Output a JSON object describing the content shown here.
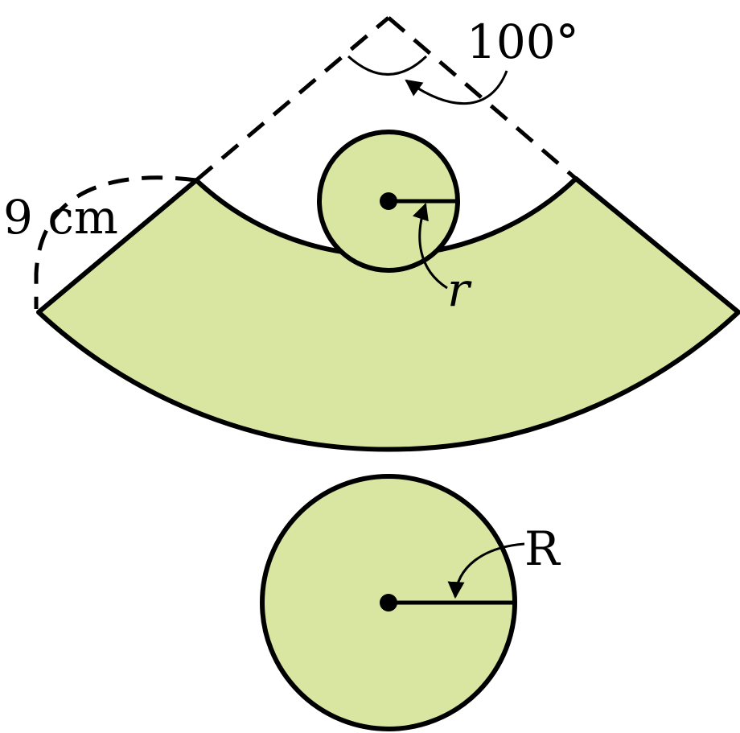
{
  "labels": {
    "angle": "100°",
    "slant": "9 cm",
    "small_radius": "r",
    "large_radius": "R"
  },
  "colors": {
    "fill": "#d9e6a1",
    "stroke": "#000000",
    "background": "#ffffff"
  }
}
